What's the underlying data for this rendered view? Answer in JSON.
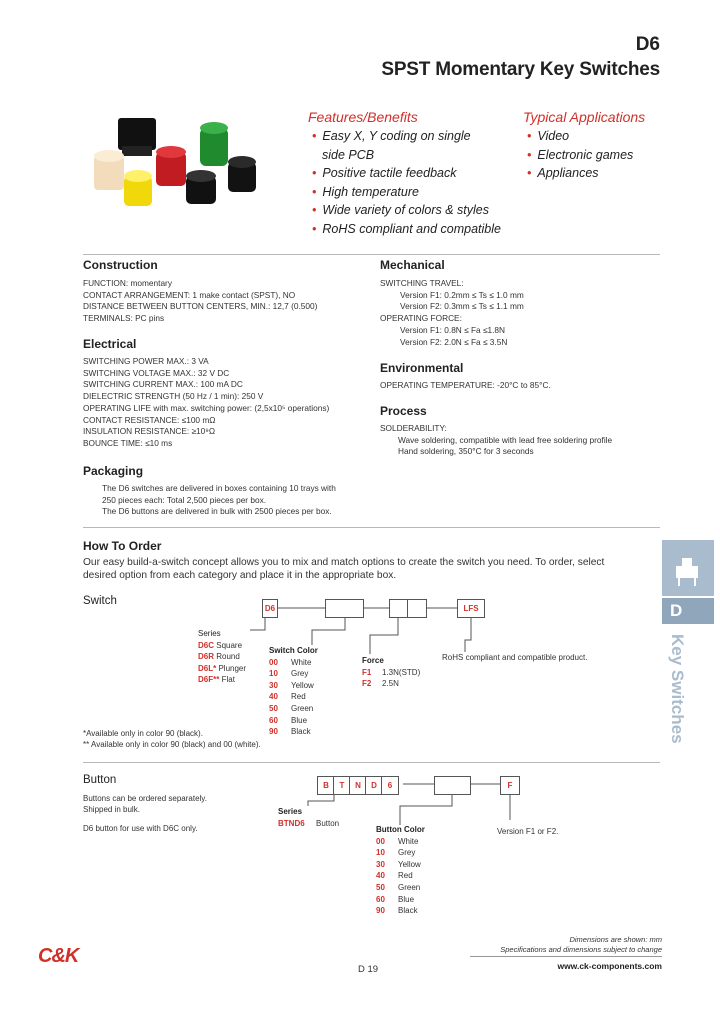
{
  "header": {
    "code": "D6",
    "title": "SPST Momentary Key Switches"
  },
  "features": {
    "heading": "Features/Benefits",
    "items": [
      "Easy X, Y coding on single",
      "side PCB",
      "Positive tactile feedback",
      "High temperature",
      "Wide variety of colors & styles",
      "RoHS compliant and compatible"
    ]
  },
  "applications": {
    "heading": "Typical Applications",
    "items": [
      "Video",
      "Electronic games",
      "Appliances"
    ]
  },
  "construction": {
    "heading": "Construction",
    "lines": [
      "FUNCTION:  momentary",
      "CONTACT ARRANGEMENT: 1 make contact (SPST), NO",
      "DISTANCE BETWEEN BUTTON CENTERS, MIN.: 12,7 (0.500)",
      "TERMINALS: PC pins"
    ]
  },
  "electrical": {
    "heading": "Electrical",
    "lines": [
      "SWITCHING POWER MAX.: 3 VA",
      "SWITCHING VOLTAGE MAX.: 32 V DC",
      "SWITCHING CURRENT MAX.: 100 mA DC",
      "DIELECTRIC STRENGTH (50 Hz / 1 min): 250 V",
      "OPERATING LIFE with max. switching power: (2,5x10⁵ operations)",
      "CONTACT RESISTANCE: ≤100 mΩ",
      "INSULATION RESISTANCE: ≥10⁹Ω",
      "BOUNCE TIME: ≤10 ms"
    ]
  },
  "packaging": {
    "heading": "Packaging",
    "lines": [
      "The D6 switches are delivered in boxes containing 10 trays with",
      "250 pieces each: Total 2,500 pieces per box.",
      "The D6 buttons are delivered in bulk with 2500 pieces per box."
    ]
  },
  "mechanical": {
    "heading": "Mechanical",
    "lines": [
      "SWITCHING TRAVEL:",
      "Version F1: 0.2mm ≤ Ts ≤ 1.0 mm",
      "Version F2: 0.3mm ≤ Ts ≤ 1.1 mm",
      "OPERATING FORCE:",
      "Version F1: 0.8N ≤ Fa ≤1.8N",
      "Version F2: 2.0N ≤ Fa ≤ 3.5N"
    ]
  },
  "environmental": {
    "heading": "Environmental",
    "lines": [
      "OPERATING TEMPERATURE: -20°C to 85°C."
    ]
  },
  "process": {
    "heading": "Process",
    "lines": [
      "SOLDERABILITY:",
      "Wave soldering, compatible with lead free soldering profile",
      "Hand soldering, 350°C for 3 seconds"
    ]
  },
  "how_to_order": {
    "heading": "How To Order",
    "text1": "Our easy build-a-switch concept allows you to mix and match options to create the switch you need. To order, select",
    "text2": "desired option from each category and place it in the appropriate box."
  },
  "switch": {
    "label": "Switch",
    "box_first": "D6",
    "box_last": "LFS",
    "series_heading": "Series",
    "series": [
      {
        "code": "D6C",
        "desc": "Square"
      },
      {
        "code": "D6R",
        "desc": "Round"
      },
      {
        "code": "D6L*",
        "desc": "Plunger"
      },
      {
        "code": "D6F**",
        "desc": "Flat"
      }
    ],
    "color_heading": "Switch Color",
    "colors": [
      {
        "code": "00",
        "desc": "White"
      },
      {
        "code": "10",
        "desc": "Grey"
      },
      {
        "code": "30",
        "desc": "Yellow"
      },
      {
        "code": "40",
        "desc": "Red"
      },
      {
        "code": "50",
        "desc": "Green"
      },
      {
        "code": "60",
        "desc": "Blue"
      },
      {
        "code": "90",
        "desc": "Black"
      }
    ],
    "force_heading": "Force",
    "forces": [
      {
        "code": "F1",
        "desc": "1.3N(STD)"
      },
      {
        "code": "F2",
        "desc": "2.5N"
      }
    ],
    "rohs": "RoHS compliant and compatible product.",
    "note1": "*Available only in color 90 (black).",
    "note2": "** Available only in color 90 (black) and 00 (white)."
  },
  "button": {
    "label": "Button",
    "text1": "Buttons can be ordered separately.",
    "text2": "Shipped in bulk.",
    "text3": "D6 button for use with D6C only.",
    "letters": [
      "B",
      "T",
      "N",
      "D",
      "6"
    ],
    "box_last": "F",
    "series_heading": "Series",
    "series_code": "BTND6",
    "series_desc": "Button",
    "color_heading": "Button Color",
    "colors": [
      {
        "code": "00",
        "desc": "White"
      },
      {
        "code": "10",
        "desc": "Grey"
      },
      {
        "code": "30",
        "desc": "Yellow"
      },
      {
        "code": "40",
        "desc": "Red"
      },
      {
        "code": "50",
        "desc": "Green"
      },
      {
        "code": "60",
        "desc": "Blue"
      },
      {
        "code": "90",
        "desc": "Black"
      }
    ],
    "version_text": "Version F1 or F2."
  },
  "side_tab": {
    "letter": "D",
    "text": "Key Switches"
  },
  "footer": {
    "logo": "C&K",
    "page": "D 19",
    "note1": "Dimensions are shown: mm",
    "note2": "Specifications and dimensions subject to change",
    "url": "www.ck-components.com"
  }
}
